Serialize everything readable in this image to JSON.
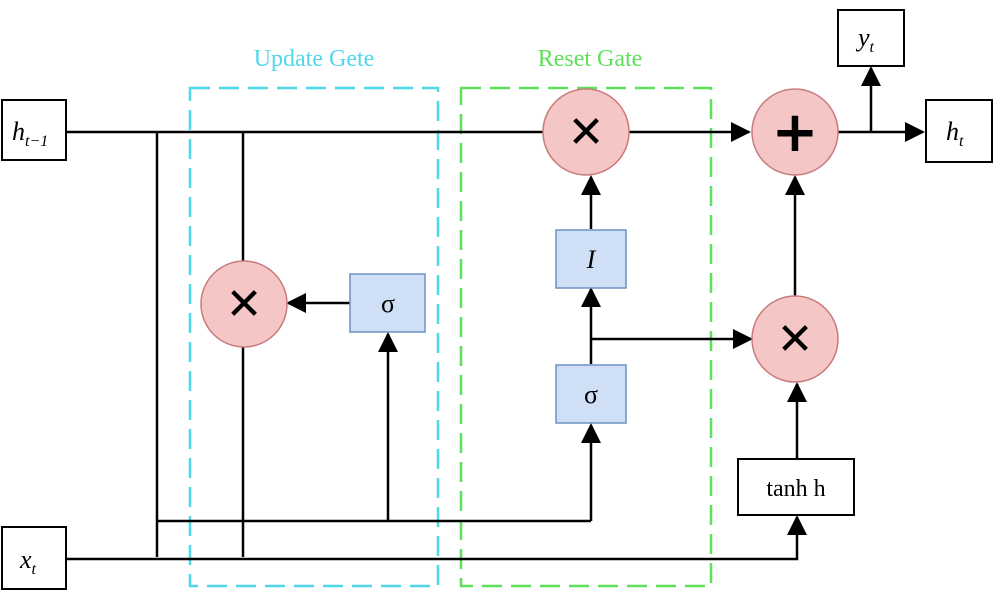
{
  "groups": {
    "update": {
      "title": "Update Gete",
      "color": "#4fd8ea"
    },
    "reset": {
      "title": "Reset Gate",
      "color": "#5ee05a"
    }
  },
  "io": {
    "h_prev": {
      "base": "h",
      "sub": "t−1"
    },
    "x_t": {
      "base": "x",
      "sub": "t"
    },
    "y_t": {
      "base": "y",
      "sub": "t"
    },
    "h_t": {
      "base": "h",
      "sub": "t"
    }
  },
  "ops": {
    "multiply_symbol": "✕",
    "add_symbol": "+"
  },
  "boxes": {
    "sigma_update": "σ",
    "sigma_reset": "σ",
    "identity": "I",
    "tanh": "tanh h"
  },
  "colors": {
    "op_fill": "#f5c6c6",
    "op_stroke": "#c97a7a",
    "box_fill": "#cfe0f6",
    "box_stroke": "#6f90c2",
    "line": "#000000"
  }
}
